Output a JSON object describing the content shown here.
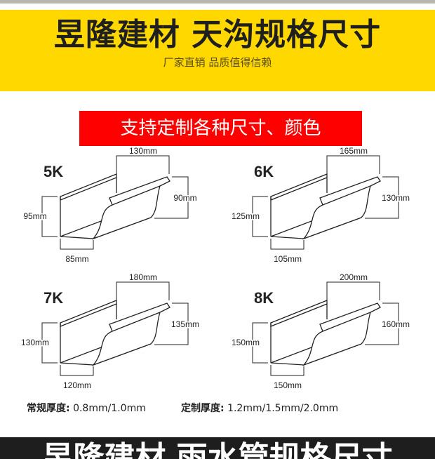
{
  "header": {
    "title": "昱隆建材 天沟规格尺寸",
    "subtitle": "厂家直销 品质值得信赖",
    "bg_color": "#ffd800"
  },
  "banner": {
    "text": "支持定制各种尺寸、颜色",
    "bg_color": "#ff0000"
  },
  "gutters": [
    {
      "model": "5K",
      "top_width": "130mm",
      "front_height": "90mm",
      "back_height": "95mm",
      "bottom_width": "85mm"
    },
    {
      "model": "6K",
      "top_width": "165mm",
      "front_height": "130mm",
      "back_height": "125mm",
      "bottom_width": "105mm"
    },
    {
      "model": "7K",
      "top_width": "180mm",
      "front_height": "135mm",
      "back_height": "130mm",
      "bottom_width": "120mm"
    },
    {
      "model": "8K",
      "top_width": "200mm",
      "front_height": "160mm",
      "back_height": "150mm",
      "bottom_width": "150mm"
    }
  ],
  "thickness": {
    "standard_label": "常规厚度:",
    "standard_value": "0.8mm/1.0mm",
    "custom_label": "定制厚度:",
    "custom_value": "1.2mm/1.5mm/2.0mm"
  },
  "footer": {
    "title": "昱隆建材 雨水管规格尺寸"
  }
}
